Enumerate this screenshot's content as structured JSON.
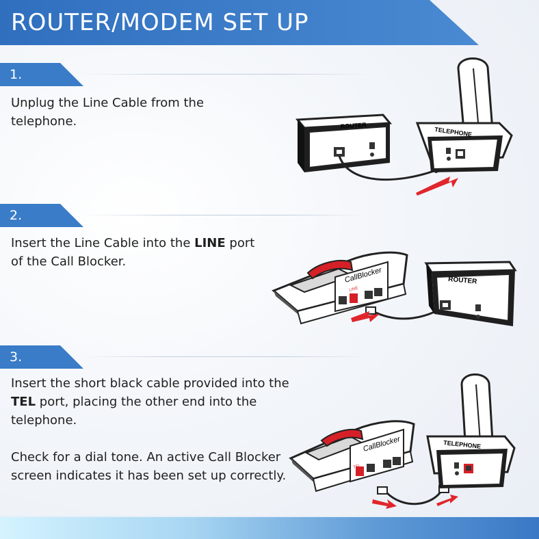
{
  "header": {
    "title": "ROUTER/MODEM SET UP"
  },
  "steps": [
    {
      "number": "1.",
      "text": "Unplug the Line Cable from the telephone."
    },
    {
      "number": "2.",
      "text_before": "Insert the Line Cable into the ",
      "text_bold": "LINE",
      "text_after": " port of the Call Blocker."
    },
    {
      "number": "3.",
      "text_before": "Insert the short black cable provided into the ",
      "text_bold": "TEL",
      "text_after": " port, placing the other end into the telephone.",
      "note": "Check for a dial tone. An active Call Blocker screen indicates it has been set up correctly."
    }
  ],
  "devices": {
    "router_label": "ROUTER",
    "telephone_label": "TELEPHONE",
    "callblocker_label": "CallBlocker",
    "line_port_label": "LINE",
    "tel_port_label": "TEL"
  },
  "colors": {
    "banner": "#3a7cc8",
    "accent_red": "#e0262c",
    "footer_end": "#3a78c6"
  }
}
